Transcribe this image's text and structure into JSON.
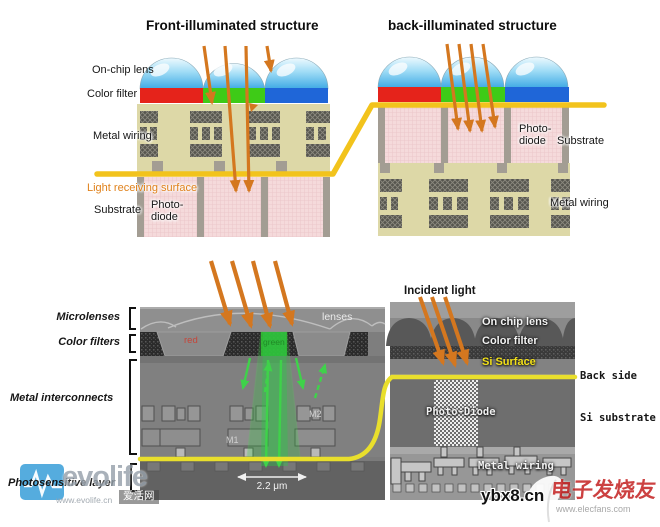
{
  "front": {
    "title": "Front-illuminated structure",
    "on_chip_lens": "On-chip lens",
    "color_filter": "Color filter",
    "metal_wiring": "Metal wiring",
    "light_receiving_surface": "Light receiving surface",
    "substrate": "Substrate",
    "photo_line1": "Photo-",
    "photo_line2": "diode"
  },
  "back": {
    "title": "back-illuminated structure",
    "photo_line1": "Photo-",
    "photo_line2": "diode",
    "substrate": "Substrate",
    "metal_wiring": "Metal wiring"
  },
  "sem_front": {
    "microlenses": "Microlenses",
    "color_filters": "Color filters",
    "metal_interconnects": "Metal interconnects",
    "photosensitive_layer": "Photosensitive layer",
    "lenses": "lenses",
    "red": "red",
    "green": "green",
    "m1": "M1",
    "m2": "M2",
    "dimension": "2.2 μm"
  },
  "sem_back": {
    "incident_light": "Incident light",
    "on_chip_lens": "On chip lens",
    "color_filter": "Color filter",
    "si_surface": "Si Surface",
    "back_side": "Back side",
    "photo_diode": "Photo-Diode",
    "si_substrate": "Si substrate",
    "metal_wiring": "Metal wiring"
  },
  "watermarks": {
    "evolife_name": "evolife",
    "evolife_url": "www.evolife.cn",
    "evolife_cn": "爱活网",
    "ybx8": "ybx8.cn",
    "elecfans_cn": "电子发烧友",
    "elecfans_url": "www.elecfans.com"
  },
  "colors": {
    "arrow_orange": "#d4771f",
    "surface_yellow": "#f2c31c",
    "sem_yellow": "#e9df2c",
    "filter_red": "#e5231b",
    "filter_green": "#3ecb17",
    "filter_blue": "#1f66d8",
    "substrate_pink": "#f5dadb",
    "wiring_beige": "#ddd8a7",
    "green_ray": "#3fd24a"
  }
}
